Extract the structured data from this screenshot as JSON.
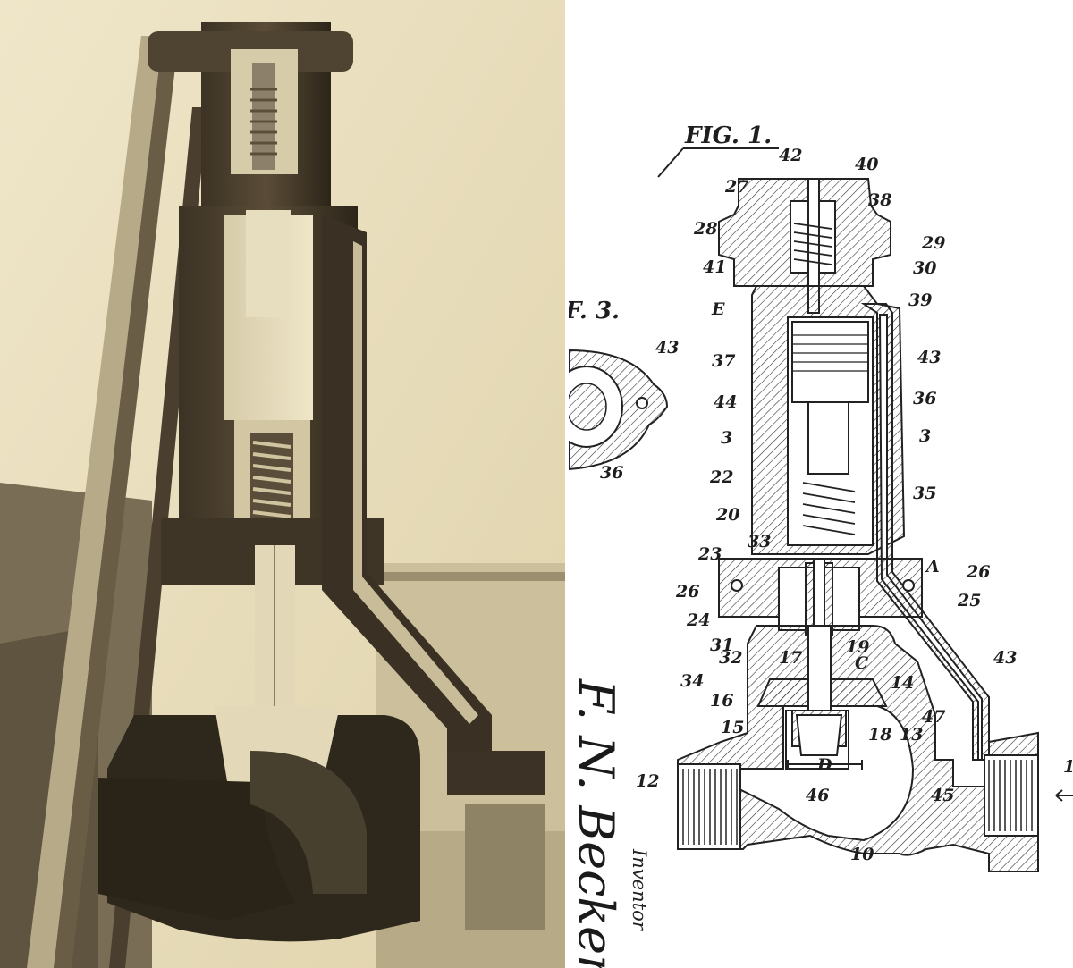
{
  "drawing": {
    "fig_title": "FIG. 1.",
    "side_fig_title": "F. 3.",
    "inventor_label": "Inventor",
    "signature": "F. N. Becker,",
    "labels": [
      {
        "id": "42",
        "text": "42"
      },
      {
        "id": "40",
        "text": "40"
      },
      {
        "id": "27",
        "text": "27"
      },
      {
        "id": "38",
        "text": "38"
      },
      {
        "id": "28",
        "text": "28"
      },
      {
        "id": "29",
        "text": "29"
      },
      {
        "id": "41",
        "text": "41"
      },
      {
        "id": "30",
        "text": "30"
      },
      {
        "id": "39",
        "text": "39"
      },
      {
        "id": "E",
        "text": "E"
      },
      {
        "id": "37",
        "text": "37"
      },
      {
        "id": "43a",
        "text": "43"
      },
      {
        "id": "44",
        "text": "44"
      },
      {
        "id": "36",
        "text": "36"
      },
      {
        "id": "3a",
        "text": "3"
      },
      {
        "id": "3b",
        "text": "3"
      },
      {
        "id": "22",
        "text": "22"
      },
      {
        "id": "35",
        "text": "35"
      },
      {
        "id": "20",
        "text": "20"
      },
      {
        "id": "33",
        "text": "33"
      },
      {
        "id": "23",
        "text": "23"
      },
      {
        "id": "A",
        "text": "A"
      },
      {
        "id": "26a",
        "text": "26"
      },
      {
        "id": "26b",
        "text": "26"
      },
      {
        "id": "25",
        "text": "25"
      },
      {
        "id": "24",
        "text": "24"
      },
      {
        "id": "31",
        "text": "31"
      },
      {
        "id": "32",
        "text": "32"
      },
      {
        "id": "19",
        "text": "19"
      },
      {
        "id": "43b",
        "text": "43"
      },
      {
        "id": "17",
        "text": "17"
      },
      {
        "id": "C",
        "text": "C"
      },
      {
        "id": "34",
        "text": "34"
      },
      {
        "id": "14",
        "text": "14"
      },
      {
        "id": "16",
        "text": "16"
      },
      {
        "id": "47",
        "text": "47"
      },
      {
        "id": "15",
        "text": "15"
      },
      {
        "id": "18",
        "text": "18"
      },
      {
        "id": "13",
        "text": "13"
      },
      {
        "id": "D",
        "text": "D"
      },
      {
        "id": "12",
        "text": "12"
      },
      {
        "id": "46",
        "text": "46"
      },
      {
        "id": "45",
        "text": "45"
      },
      {
        "id": "10",
        "text": "10"
      },
      {
        "id": "43c",
        "text": "43"
      },
      {
        "id": "36b",
        "text": "36"
      },
      {
        "id": "11",
        "text": "1"
      }
    ]
  }
}
